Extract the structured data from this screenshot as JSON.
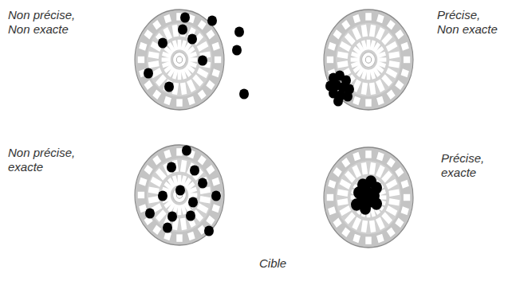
{
  "diagram": {
    "caption": "Cible",
    "labels": [
      "Non précise, Non exacte",
      "Précise, Non exacte",
      "Non précise, exacte",
      "Précise, exacte"
    ]
  }
}
